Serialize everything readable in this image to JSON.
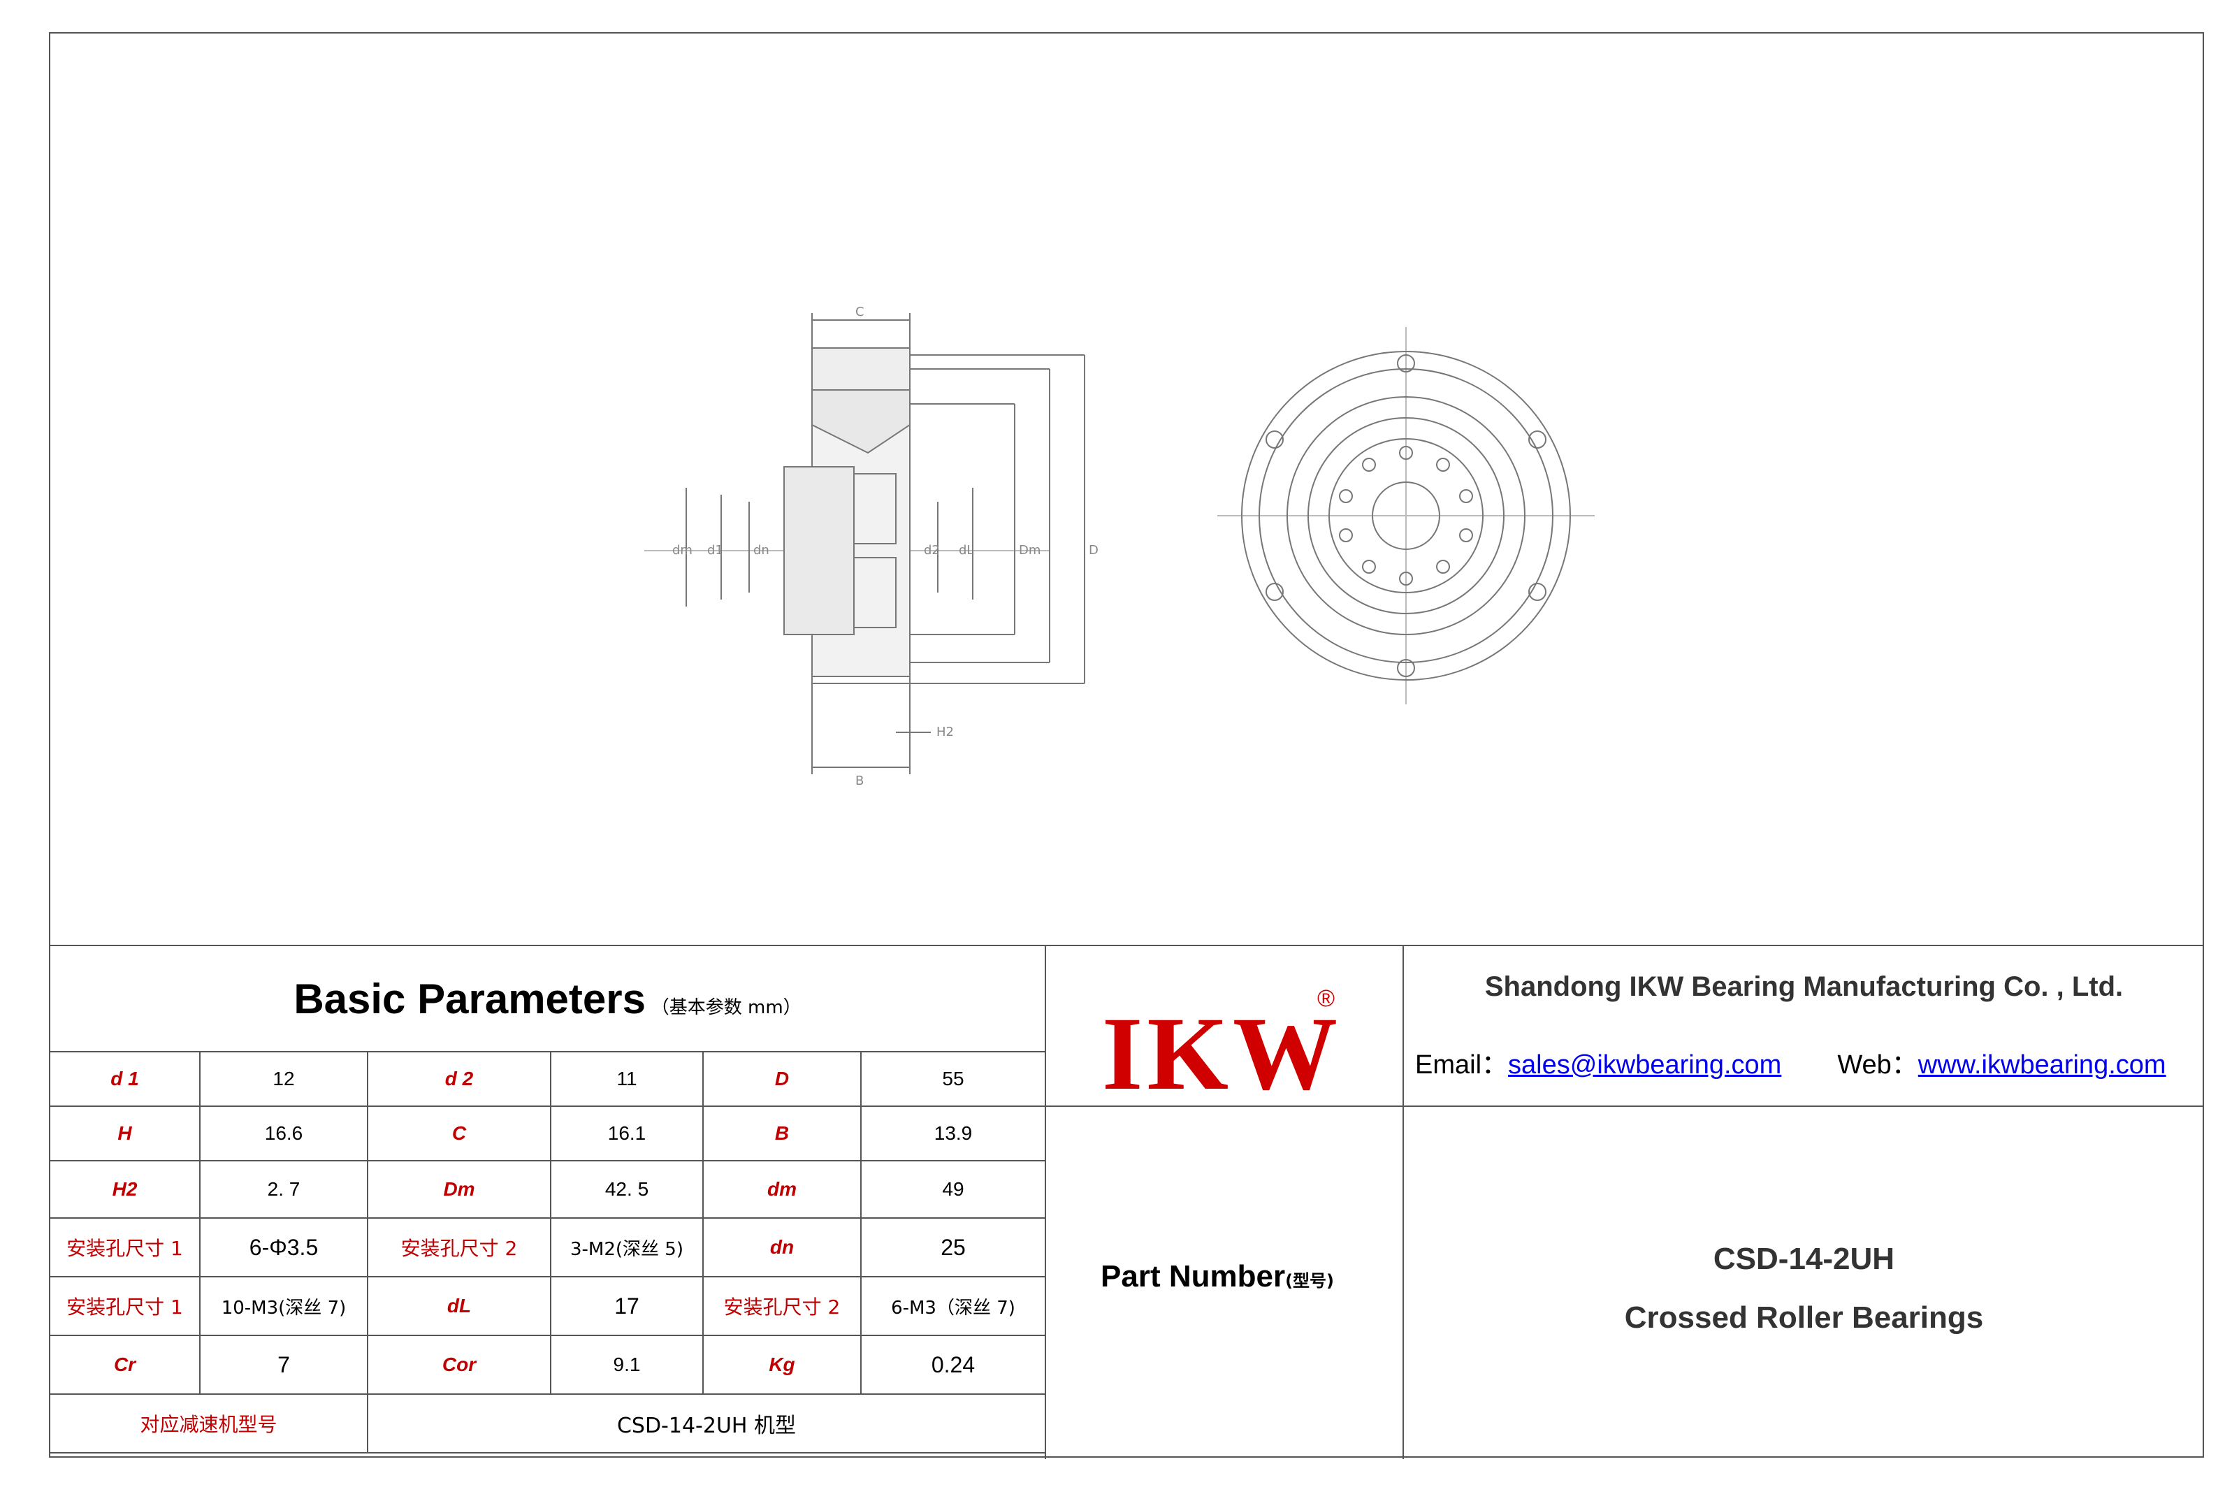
{
  "basic_parameters": {
    "title": "Basic Parameters",
    "subtitle": "（基本参数 mm）",
    "rows": [
      [
        {
          "label": "d 1",
          "value": "12"
        },
        {
          "label": "d 2",
          "value": "11"
        },
        {
          "label": "D",
          "value": "55"
        }
      ],
      [
        {
          "label": "H",
          "value": "16.6"
        },
        {
          "label": "C",
          "value": "16.1"
        },
        {
          "label": "B",
          "value": "13.9"
        }
      ],
      [
        {
          "label": "H2",
          "value": "2. 7"
        },
        {
          "label": "Dm",
          "value": "42. 5"
        },
        {
          "label": "dm",
          "value": "49"
        }
      ],
      [
        {
          "label": "安装孔尺寸 1",
          "value": "6-Φ3.5"
        },
        {
          "label": "安装孔尺寸 2",
          "value": "3-M2(深丝 5)"
        },
        {
          "label": "dn",
          "value": "25"
        }
      ],
      [
        {
          "label": "安装孔尺寸 1",
          "value": "10-M3(深丝 7)"
        },
        {
          "label": "dL",
          "value": "17"
        },
        {
          "label": "安装孔尺寸 2",
          "value": "6-M3（深丝 7)"
        }
      ],
      [
        {
          "label": "Cr",
          "value": "7"
        },
        {
          "label": "Cor",
          "value": "9.1"
        },
        {
          "label": "Kg",
          "value": "0.24"
        }
      ]
    ],
    "reducer_label": "对应减速机型号",
    "reducer_value": "CSD-14-2UH 机型"
  },
  "brand": {
    "logo": "IKW",
    "registered": "®",
    "logo_color": "#d00000"
  },
  "company": {
    "name": "Shandong IKW Bearing Manufacturing Co. , Ltd.",
    "email_label": "Email：",
    "email": "sales@ikwbearing.com",
    "web_label": "Web：",
    "web": "www.ikwbearing.com"
  },
  "part": {
    "label": "Part Number",
    "label_cn": "(型号)",
    "number": "CSD-14-2UH",
    "description": "Crossed Roller Bearings"
  },
  "drawing_labels": {
    "C": "C",
    "B": "B",
    "H2": "H2",
    "d1": "d1",
    "d2": "d2",
    "dL": "dL",
    "dn": "dn",
    "Dm": "Dm",
    "D": "D",
    "dm": "dm"
  },
  "colors": {
    "label_red": "#c00000",
    "link_blue": "#0000ee",
    "line": "#555555"
  }
}
